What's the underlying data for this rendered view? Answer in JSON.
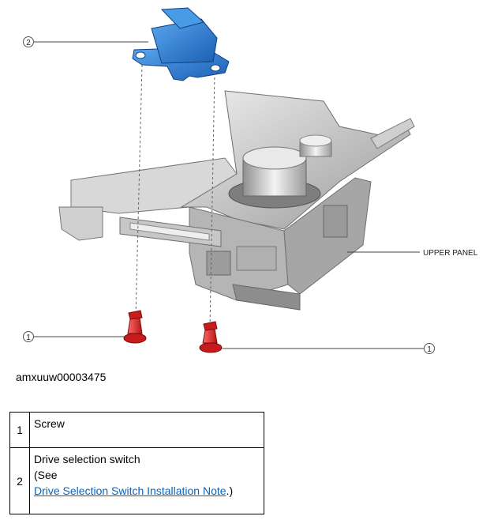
{
  "figure": {
    "callouts": {
      "switch": "2",
      "screw_left": "1",
      "screw_right": "1"
    },
    "upper_panel_label": "UPPER PANEL",
    "figure_id": "amxuuw00003475"
  },
  "legend": {
    "rows": [
      {
        "num": "1",
        "text": "Screw"
      },
      {
        "num": "2",
        "title": "Drive selection switch",
        "see_open": "(See",
        "link_text": "Drive Selection Switch Installation Note",
        "see_close": ".)"
      }
    ]
  },
  "colors": {
    "switch_blue": "#2e7fd6",
    "screw_red": "#d42a2a",
    "panel_grey": "#c9c9c9",
    "link": "#0563c1"
  }
}
